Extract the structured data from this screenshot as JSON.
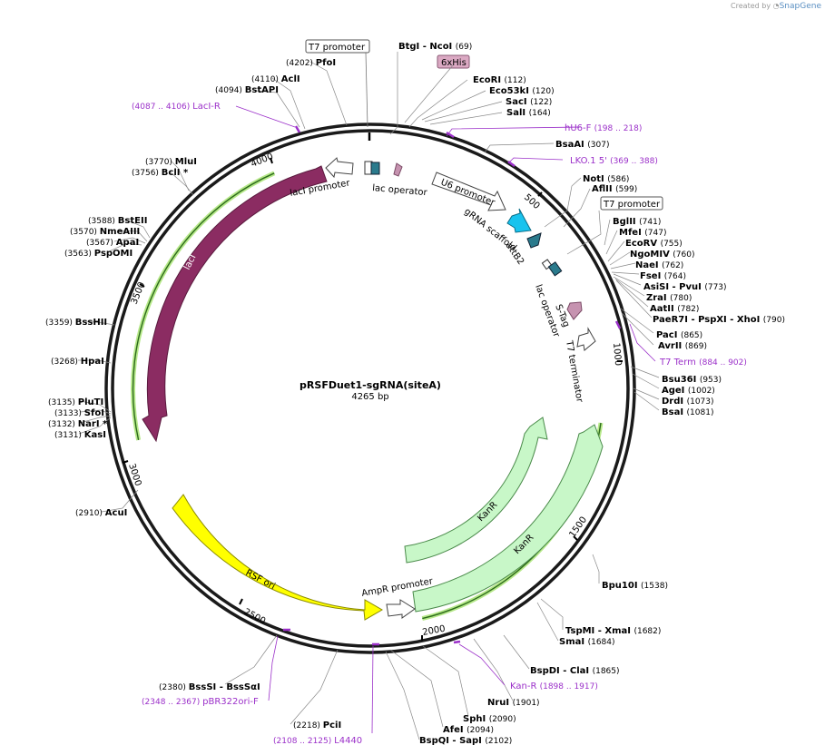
{
  "credit": {
    "prefix": "Created by",
    "brand": "SnapGene"
  },
  "map": {
    "name": "pRSFDuet1-sgRNA(siteA)",
    "length_label": "4265 bp",
    "length": 4265
  },
  "ticks": [
    "500",
    "1000",
    "1500",
    "2000",
    "2500",
    "3000",
    "3500",
    "4000"
  ],
  "features": [
    {
      "label": "lacI",
      "color": "#8b2c62"
    },
    {
      "label": "lacI promoter",
      "color": "#ffffff"
    },
    {
      "label": "lac operator",
      "color": "#c693b0"
    },
    {
      "label": "T7 promoter",
      "color": "#ffffff"
    },
    {
      "label": "6xHis",
      "color": "#c693b0"
    },
    {
      "label": "U6 promoter",
      "color": "#ffffff"
    },
    {
      "label": "gRNA scaffold",
      "color": "#19c3ee"
    },
    {
      "label": "attB2",
      "color": "#2a7a8c"
    },
    {
      "label": "lac operator",
      "color": "#2a7a8c"
    },
    {
      "label": "S-Tag",
      "color": "#c693b0"
    },
    {
      "label": "T7 terminator",
      "color": "#ffffff"
    },
    {
      "label": "KanR",
      "color": "#c8f7c8"
    },
    {
      "label": "KanR",
      "color": "#c8f7c8"
    },
    {
      "label": "AmpR promoter",
      "color": "#ffffff"
    },
    {
      "label": "RSF ori",
      "color": "#ffff00"
    }
  ],
  "sites": [
    {
      "name": "BtgI",
      "name2": "- NcoI",
      "pos": "(69)"
    },
    {
      "name": "EcoRI",
      "pos": "(112)"
    },
    {
      "name": "Eco53kI",
      "pos": "(120)"
    },
    {
      "name": "SacI",
      "pos": "(122)"
    },
    {
      "name": "SalI",
      "pos": "(164)"
    },
    {
      "name": "BsaAI",
      "pos": "(307)"
    },
    {
      "name": "NotI",
      "pos": "(586)"
    },
    {
      "name": "AflII",
      "pos": "(599)"
    },
    {
      "name": "BglII",
      "pos": "(741)"
    },
    {
      "name": "MfeI",
      "pos": "(747)"
    },
    {
      "name": "EcoRV",
      "pos": "(755)"
    },
    {
      "name": "NgoMIV",
      "pos": "(760)"
    },
    {
      "name": "NaeI",
      "pos": "(762)"
    },
    {
      "name": "FseI",
      "pos": "(764)"
    },
    {
      "name": "AsiSI",
      "name2": "- PvuI",
      "pos": "(773)"
    },
    {
      "name": "ZraI",
      "pos": "(780)"
    },
    {
      "name": "AatII",
      "pos": "(782)"
    },
    {
      "name": "PaeR7I",
      "name2": "- PspXI  - XhoI",
      "pos": "(790)"
    },
    {
      "name": "PacI",
      "pos": "(865)"
    },
    {
      "name": "AvrII",
      "pos": "(869)"
    },
    {
      "name": "Bsu36I",
      "pos": "(953)"
    },
    {
      "name": "AgeI",
      "pos": "(1002)"
    },
    {
      "name": "DrdI",
      "pos": "(1073)"
    },
    {
      "name": "BsaI",
      "pos": "(1081)"
    },
    {
      "name": "Bpu10I",
      "pos": "(1538)"
    },
    {
      "name": "TspMI",
      "name2": "- XmaI",
      "pos": "(1682)"
    },
    {
      "name": "SmaI",
      "pos": "(1684)"
    },
    {
      "name": "BspDI",
      "name2": "- ClaI",
      "pos": "(1865)"
    },
    {
      "name": "NruI",
      "pos": "(1901)"
    },
    {
      "name": "SphI",
      "pos": "(2090)"
    },
    {
      "name": "AfeI",
      "pos": "(2094)"
    },
    {
      "name": "BspQI",
      "name2": "- SapI",
      "pos": "(2102)"
    },
    {
      "name": "PciI",
      "pos": "(2218)"
    },
    {
      "name": "BssSI",
      "name2": "- BssSαI",
      "pos": "(2380)"
    },
    {
      "name": "AcuI",
      "pos": "(2910)"
    },
    {
      "name": "KasI",
      "pos": "(3131)"
    },
    {
      "name": "NarI *",
      "pos": "(3132)"
    },
    {
      "name": "SfoI",
      "pos": "(3133)"
    },
    {
      "name": "PluTI",
      "pos": "(3135)"
    },
    {
      "name": "HpaI",
      "pos": "(3268)"
    },
    {
      "name": "BssHII",
      "pos": "(3359)"
    },
    {
      "name": "PspOMI",
      "pos": "(3563)"
    },
    {
      "name": "ApaI",
      "pos": "(3567)"
    },
    {
      "name": "NmeAIII",
      "pos": "(3570)"
    },
    {
      "name": "BstEII",
      "pos": "(3588)"
    },
    {
      "name": "BclI *",
      "pos": "(3756)"
    },
    {
      "name": "MluI",
      "pos": "(3770)"
    },
    {
      "name": "BstAPI",
      "pos": "(4094)"
    },
    {
      "name": "AclI",
      "pos": "(4110)"
    },
    {
      "name": "PfoI",
      "pos": "(4202)"
    }
  ],
  "primers": [
    {
      "name": "hU6-F",
      "pos": "(198 .. 218)"
    },
    {
      "name": "LKO.1 5'",
      "pos": "(369 .. 388)"
    },
    {
      "name": "T7 Term",
      "pos": "(884 .. 902)"
    },
    {
      "name": "Kan-R",
      "pos": "(1898 .. 1917)"
    },
    {
      "name": "L4440",
      "pos": "(2108 .. 2125)"
    },
    {
      "name": "pBR322ori-F",
      "pos": "(2348 .. 2367)"
    },
    {
      "name": "LacI-R",
      "pos": "(4087 .. 4106)"
    }
  ],
  "top_promoter_label": "T7 promoter",
  "right_promoter_label": "T7 promoter",
  "colors": {
    "primer": "#9b30c9",
    "ring": "#1a1a1a",
    "lacI": "#8b2c62",
    "kan": "#c8f7c8",
    "ori": "#ffff00",
    "grna": "#19c3ee",
    "teal": "#2a7a8c",
    "pink": "#c693b0"
  }
}
